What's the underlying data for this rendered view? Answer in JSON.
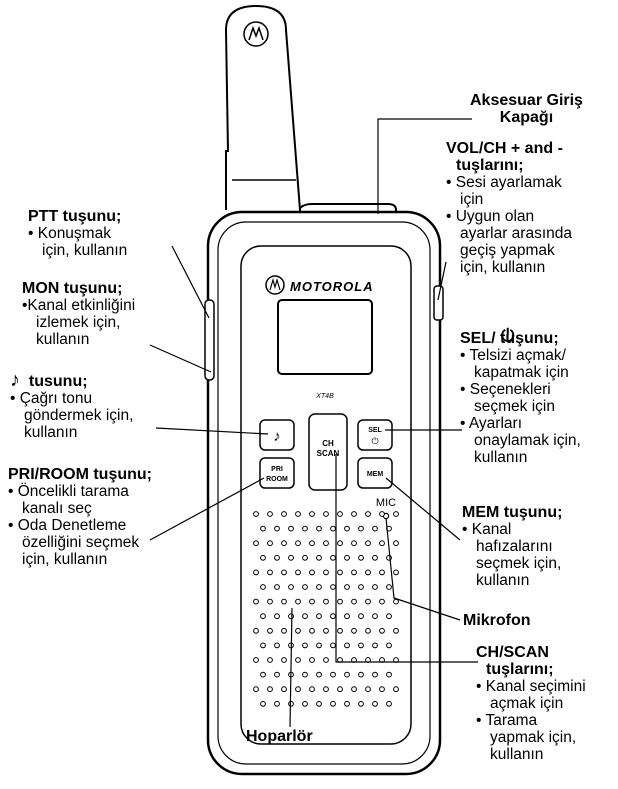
{
  "device": {
    "brand": "MOTOROLA",
    "model": "XT4B",
    "buttons": {
      "music": "♪",
      "ch_scan": [
        "CH",
        "SCAN"
      ],
      "sel": [
        "SEL",
        "⏻"
      ],
      "pri_room": [
        "PRI",
        "ROOM"
      ],
      "mem": "MEM"
    },
    "mic_label": "MIC"
  },
  "labels": {
    "accessory": {
      "title": [
        "Aksesuar Giriş",
        "Kapağı"
      ]
    },
    "volch": {
      "title": [
        "VOL/CH + and -",
        "tuşlarını;"
      ],
      "lines": [
        "• Sesi ayarlamak",
        "için",
        "• Uygun olan",
        "ayarlar arasında",
        "geçiş yapmak",
        "için, kullanın"
      ]
    },
    "ptt": {
      "title": "PTT tuşunu;",
      "lines": [
        "• Konuşmak",
        "için, kullanın"
      ]
    },
    "mon": {
      "title": "MON tuşunu;",
      "lines": [
        "•Kanal etkinliğini",
        "izlemek için,",
        "kullanın"
      ]
    },
    "music": {
      "title": "tusunu;",
      "lines": [
        "• Çağrı tonu",
        "göndermek için,",
        "kullanın"
      ]
    },
    "pri": {
      "title": "PRI/ROOM tuşunu;",
      "lines": [
        "• Öncelikli tarama",
        "kanalı seç",
        "• Oda Denetleme",
        "özelliğini seçmek",
        "için, kullanın"
      ]
    },
    "sel": {
      "title": "SEL/    tuşunu;",
      "lines": [
        "• Telsizi açmak/",
        "kapatmak için",
        "• Seçenekleri",
        "seçmek için",
        "• Ayarları",
        "onaylamak için,",
        "kullanın"
      ]
    },
    "mem": {
      "title": "MEM tuşunu;",
      "lines": [
        "• Kanal",
        "hafızalarını",
        "seçmek için,",
        "kullanın"
      ]
    },
    "mikrofon": {
      "title": "Mikrofon"
    },
    "chscan": {
      "title": [
        "CH/SCAN",
        "tuşlarını;"
      ],
      "lines": [
        "• Kanal seçimini",
        "açmak için",
        "• Tarama",
        "yapmak için,",
        "kullanın"
      ]
    },
    "hoparlor": {
      "title": "Hoparlör"
    }
  },
  "colors": {
    "ink": "#000000",
    "paper": "#ffffff",
    "grey": "#8c8c8c"
  }
}
